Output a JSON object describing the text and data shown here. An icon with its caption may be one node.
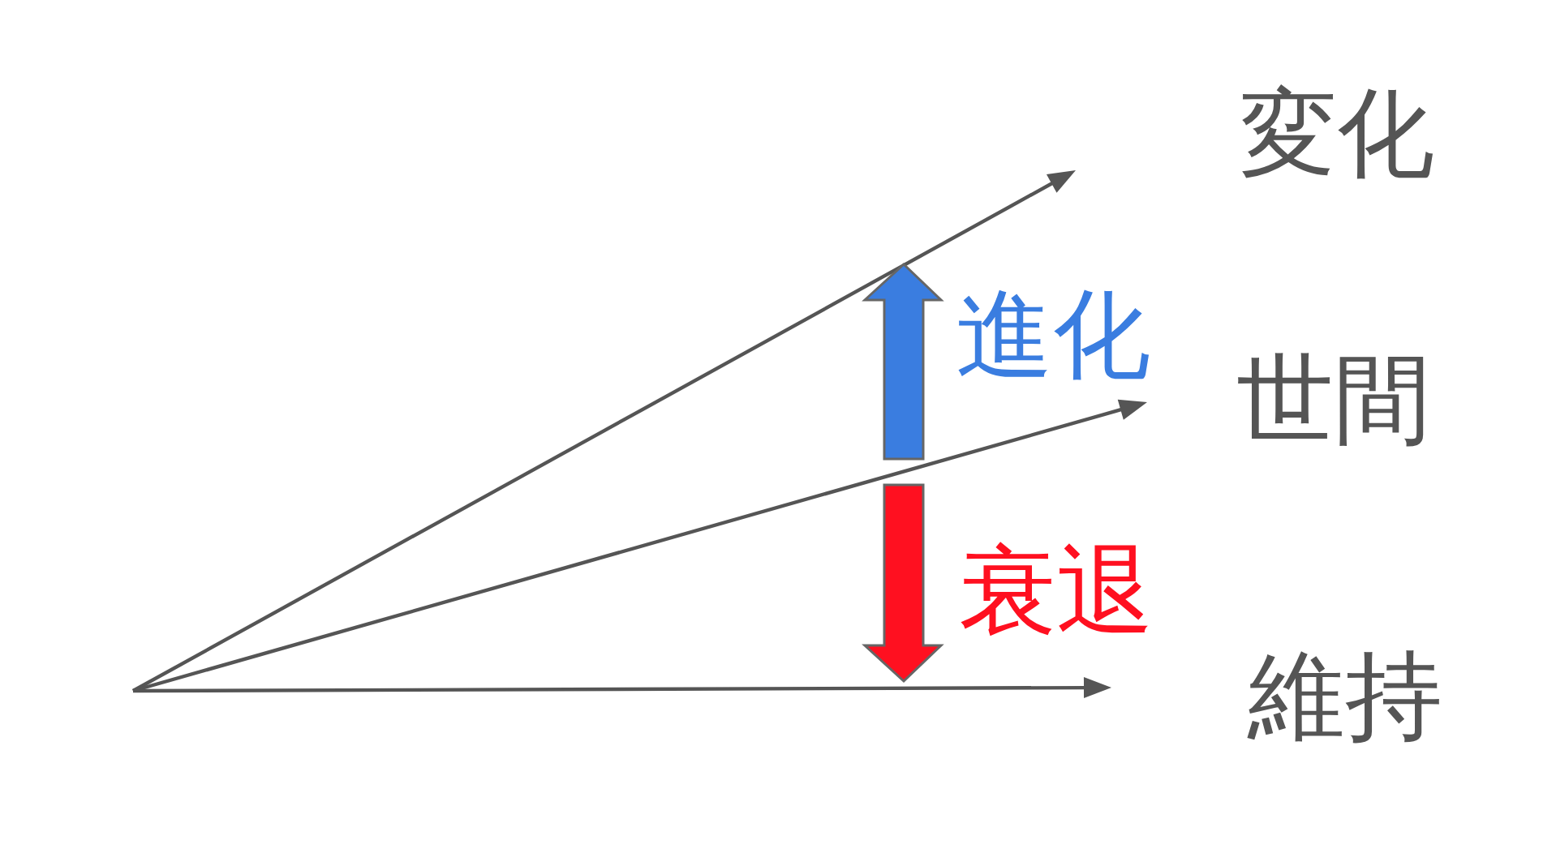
{
  "diagram": {
    "labels": [
      "変化",
      "進化",
      "世間",
      "衰退",
      "維持"
    ]
  }
}
